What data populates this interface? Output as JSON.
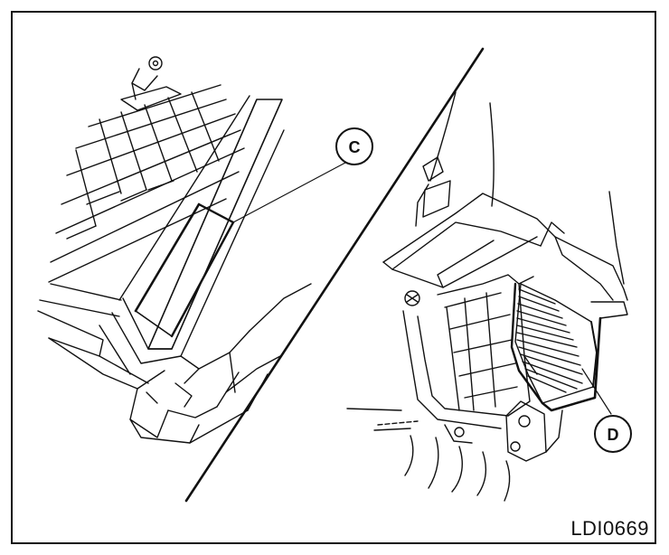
{
  "figure": {
    "code": "LDI0669",
    "callouts": [
      {
        "id": "c",
        "label": "C"
      },
      {
        "id": "d",
        "label": "D"
      }
    ],
    "colors": {
      "line": "#111111",
      "background": "#ffffff"
    }
  }
}
